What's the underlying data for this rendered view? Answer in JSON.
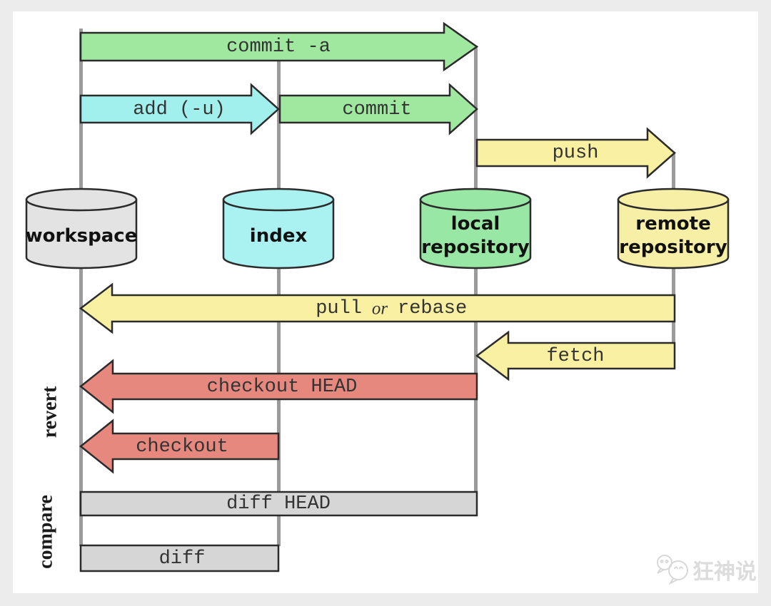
{
  "colors": {
    "background": "#ececec",
    "panel": "#ffffff",
    "line": "#9b9b9b",
    "green": "#a0e8a0",
    "cyan": "#a2f0ee",
    "yellow": "#f9f0a2",
    "red": "#e7887f",
    "gray": "#d6d6d6",
    "cyl_workspace": "#e3e3e3",
    "cyl_index": "#aaf2f2",
    "cyl_local": "#98e7a4",
    "cyl_remote": "#f8efa6",
    "watermark": "#dcdcdc"
  },
  "nodes": {
    "workspace": {
      "label": "workspace"
    },
    "index": {
      "label": "index"
    },
    "local": {
      "line1": "local",
      "line2": "repository"
    },
    "remote": {
      "line1": "remote",
      "line2": "repository"
    }
  },
  "commands": {
    "commit_a": "commit -a",
    "add": "add (-u)",
    "commit": "commit",
    "push": "push",
    "pull_left": "pull",
    "pull_or": "or",
    "pull_right": "rebase",
    "fetch": "fetch",
    "checkout_head": "checkout HEAD",
    "checkout": "checkout",
    "diff_head": "diff HEAD",
    "diff": "diff"
  },
  "side_labels": {
    "revert": "revert",
    "compare": "compare"
  },
  "watermark": {
    "text": "狂神说"
  }
}
